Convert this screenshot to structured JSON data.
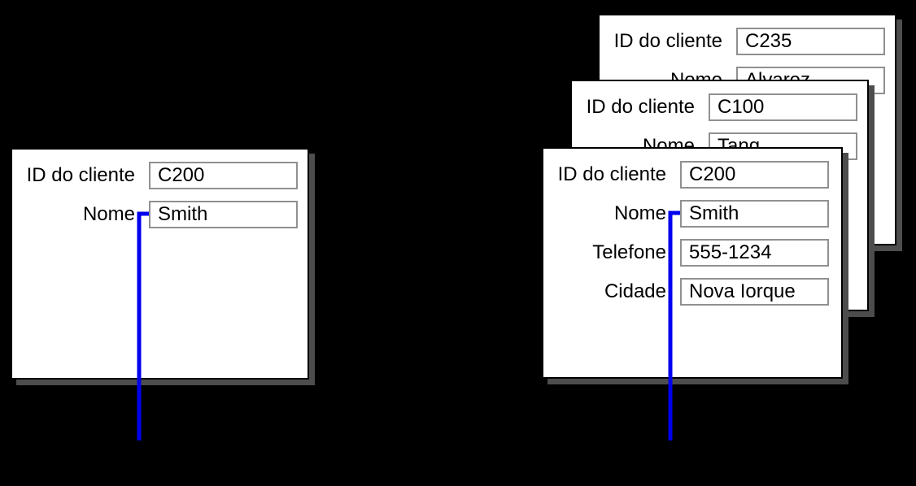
{
  "colors": {
    "background": "#000000",
    "card_bg": "#ffffff",
    "text": "#000000",
    "box_border": "#909090",
    "shadow_gray": "#4d4d4d",
    "accent_blue": "#0000ee"
  },
  "forms": {
    "left": {
      "fields": [
        {
          "label": "ID do cliente",
          "value": "C200"
        },
        {
          "label": "Nome",
          "value": "Smith"
        }
      ]
    },
    "stack_back": {
      "fields": [
        {
          "label": "ID do cliente",
          "value": "C235"
        },
        {
          "label": "Nome",
          "value": "Alvarez"
        }
      ]
    },
    "stack_middle": {
      "fields": [
        {
          "label": "ID do cliente",
          "value": "C100"
        },
        {
          "label": "Nome",
          "value": "Tang"
        }
      ]
    },
    "stack_front": {
      "fields": [
        {
          "label": "ID do cliente",
          "value": "C200"
        },
        {
          "label": "Nome",
          "value": "Smith"
        },
        {
          "label": "Telefone",
          "value": "555-1234"
        },
        {
          "label": "Cidade",
          "value": "Nova Iorque"
        }
      ]
    }
  }
}
